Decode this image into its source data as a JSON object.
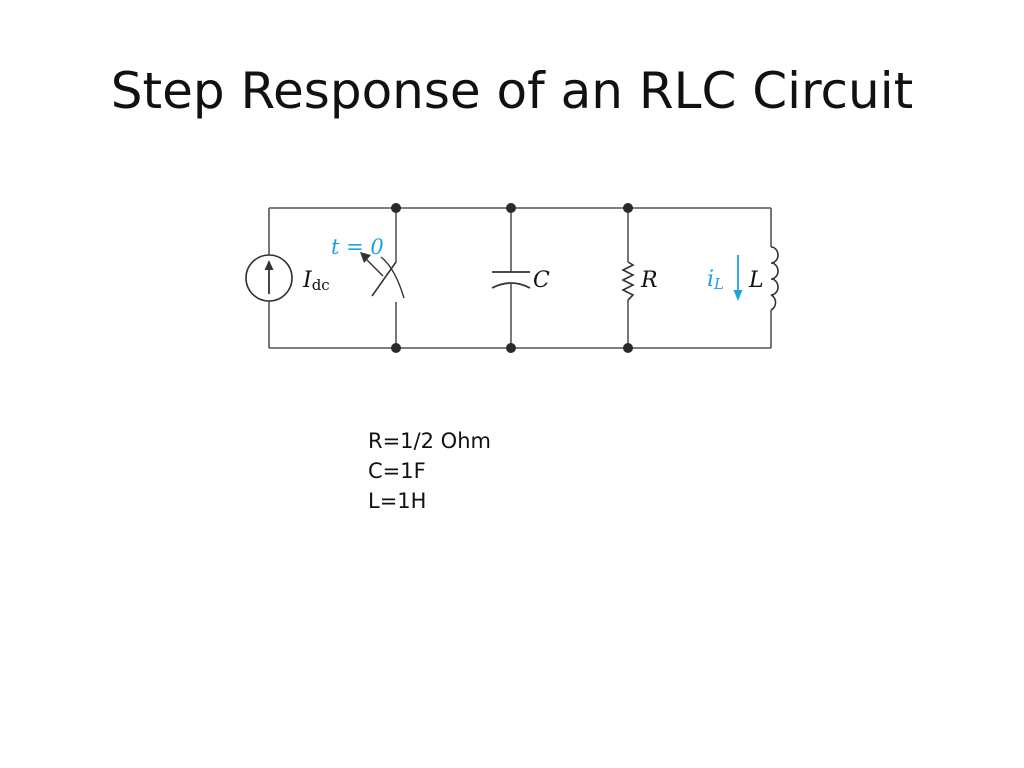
{
  "slide": {
    "title": "Step Response of an RLC Circuit"
  },
  "circuit": {
    "source_label": "I",
    "source_subscript": "dc",
    "switch_label": "t = 0",
    "capacitor_label": "C",
    "resistor_label": "R",
    "current_label": "i",
    "current_subscript": "L",
    "inductor_label": "L",
    "colors": {
      "wire": "#555555",
      "node": "#2a2a2a",
      "accent": "#1aa3de",
      "text": "#111111"
    }
  },
  "params": [
    "R=1/2 Ohm",
    "C=1F",
    "L=1H"
  ]
}
